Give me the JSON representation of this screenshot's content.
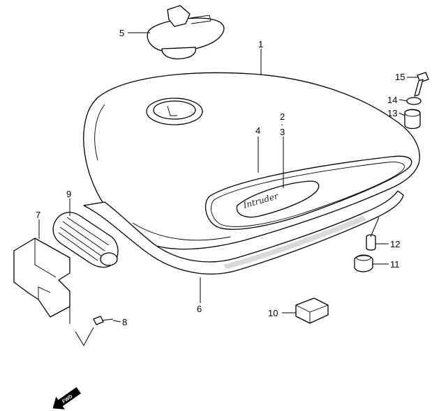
{
  "callouts": {
    "c1": "1",
    "c2": "2",
    "c2_dot": "·",
    "c3": "3",
    "c4": "4",
    "c5": "5",
    "c6": "6",
    "c7": "7",
    "c8": "8",
    "c9": "9",
    "c10": "10",
    "c11": "11",
    "c12": "12",
    "c13": "13",
    "c14": "14",
    "c15": "15"
  },
  "emblem_text": "Intruder",
  "direction_arrow": {
    "label": "FWD",
    "icon": "forward-arrow-icon"
  }
}
